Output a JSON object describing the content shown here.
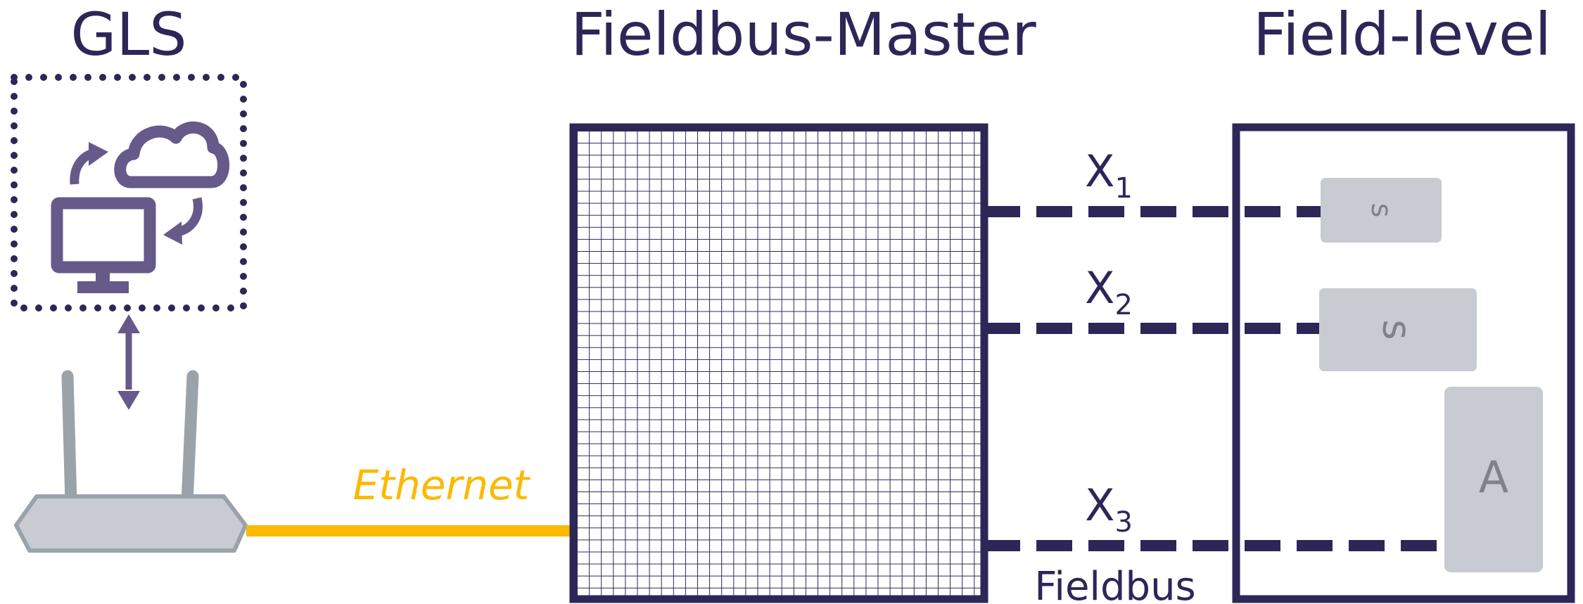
{
  "headings": {
    "gls": "GLS",
    "master": "Fieldbus-Master",
    "field_level": "Field-level"
  },
  "links": {
    "ethernet": "Ethernet",
    "fieldbus": "Fieldbus",
    "x_letter": "X",
    "x1_sub": "1",
    "x2_sub": "2",
    "x3_sub": "3"
  },
  "devices": {
    "sensor_1": "s",
    "sensor_2": "s",
    "actuator": "A"
  },
  "colors": {
    "navy": "#2c2757",
    "ethernet": "#fbb900",
    "icon_purple": "#655a8a",
    "device_grey": "#c8cbd1",
    "router_grey": "#9aa3aa",
    "device_text": "#7d838b"
  }
}
